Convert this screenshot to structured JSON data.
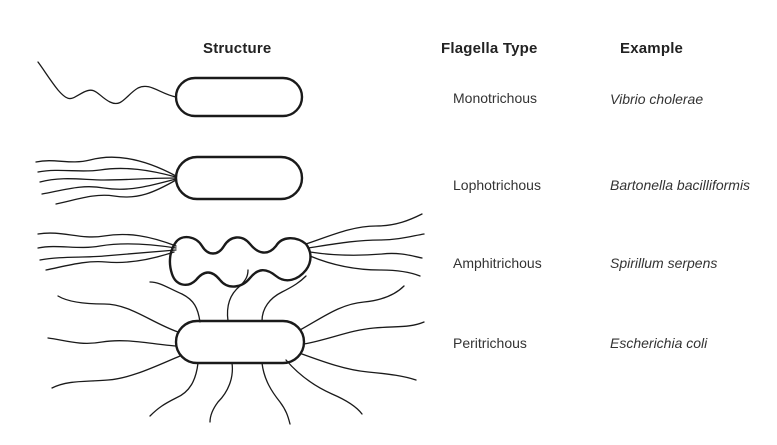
{
  "headers": {
    "structure": "Structure",
    "flagella_type": "Flagella Type",
    "example": "Example"
  },
  "rows": [
    {
      "flagella_type": "Monotrichous",
      "example": "Vibrio cholerae"
    },
    {
      "flagella_type": "Lophotrichous",
      "example": "Bartonella bacilliformis"
    },
    {
      "flagella_type": "Amphitrichous",
      "example": "Spirillum serpens"
    },
    {
      "flagella_type": "Peritrichous",
      "example": "Escherichia coli"
    }
  ]
}
